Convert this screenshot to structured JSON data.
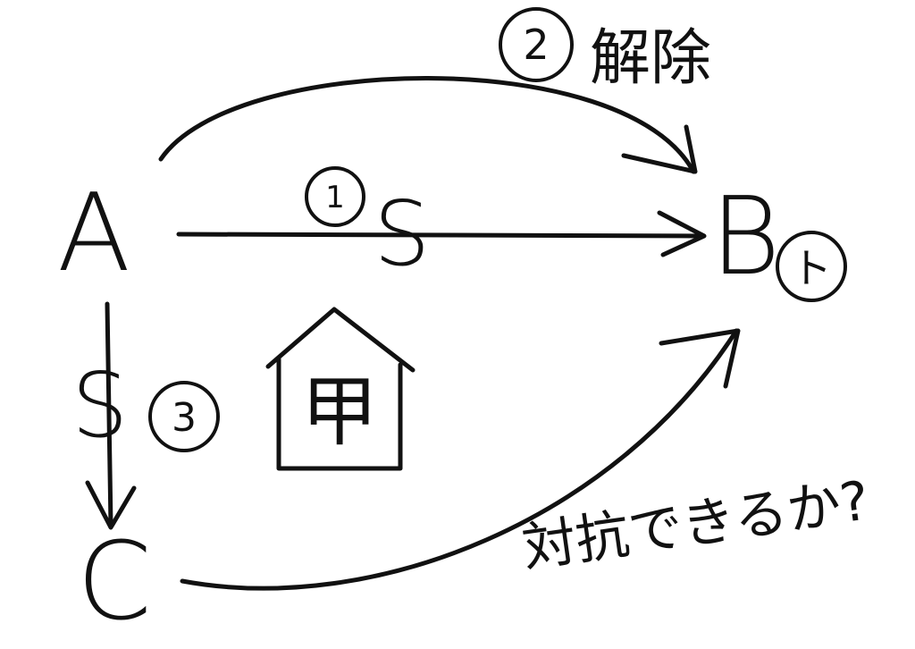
{
  "nodes": {
    "a": "A",
    "b": "B",
    "c": "C"
  },
  "labels": {
    "step1_number": "1",
    "step1_symbol": "S",
    "step2_number": "2",
    "step2_text": "解除",
    "step3_number": "3",
    "step3_symbol": "S",
    "b_role_marker": "ト",
    "property_char": "甲",
    "question": "対抗できるか?"
  },
  "colors": {
    "ink": "#111111",
    "background": "#ffffff"
  }
}
